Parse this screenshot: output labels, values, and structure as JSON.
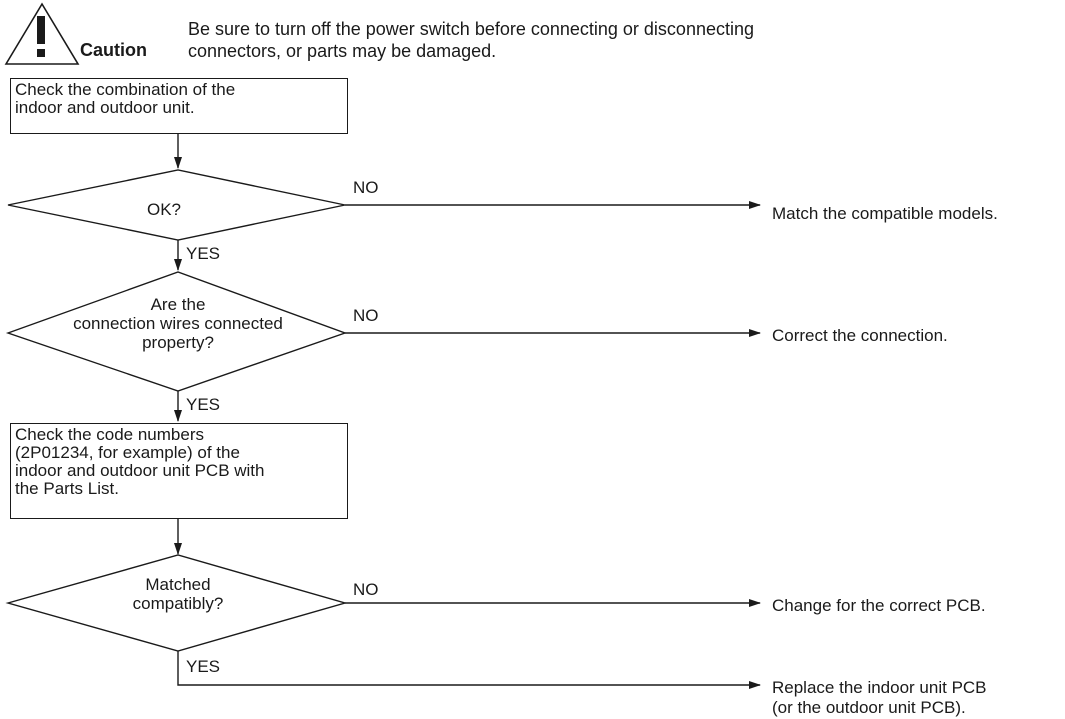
{
  "caution": {
    "label": "Caution",
    "message_line1": "Be sure to turn off the power switch before connecting or disconnecting",
    "message_line2": "connectors, or parts may be damaged."
  },
  "flow": {
    "step1": {
      "line1": "Check the combination of the",
      "line2": "indoor and outdoor unit."
    },
    "decision1": {
      "question": "OK?",
      "no": "NO",
      "yes": "YES",
      "no_action": "Match the compatible models."
    },
    "decision2": {
      "line1": "Are the",
      "line2": "connection wires connected",
      "line3": "property?",
      "no": "NO",
      "yes": "YES",
      "no_action": "Correct the connection."
    },
    "step2": {
      "line1": "Check the code numbers",
      "line2": "(2P01234, for example) of the",
      "line3": "indoor and outdoor unit PCB with",
      "line4": "the Parts List."
    },
    "decision3": {
      "line1": "Matched",
      "line2": "compatibly?",
      "no": "NO",
      "yes": "YES",
      "no_action": "Change for the correct PCB."
    },
    "final": {
      "line1": "Replace the indoor unit PCB",
      "line2": "(or the outdoor unit PCB)."
    }
  }
}
